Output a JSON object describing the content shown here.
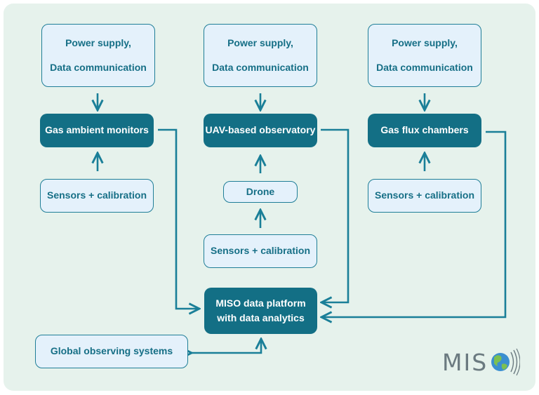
{
  "column1": {
    "top": {
      "line1": "Power supply,",
      "line2": "Data communication"
    },
    "main": "Gas ambient monitors",
    "sensors": "Sensors + calibration"
  },
  "column2": {
    "top": {
      "line1": "Power supply,",
      "line2": "Data communication"
    },
    "main": "UAV-based observatory",
    "drone": "Drone",
    "sensors": "Sensors + calibration"
  },
  "column3": {
    "top": {
      "line1": "Power supply,",
      "line2": "Data communication"
    },
    "main": "Gas flux chambers",
    "sensors": "Sensors + calibration"
  },
  "platform": {
    "line1": "MISO data platform",
    "line2": "with data analytics"
  },
  "global": "Global observing systems",
  "logo": {
    "text": "MIS",
    "icon": "globe-icon"
  },
  "colors": {
    "accent": "#136f85",
    "line": "#1a7f98",
    "box_fill": "#e4f1fb",
    "background": "#e6f2ec"
  }
}
